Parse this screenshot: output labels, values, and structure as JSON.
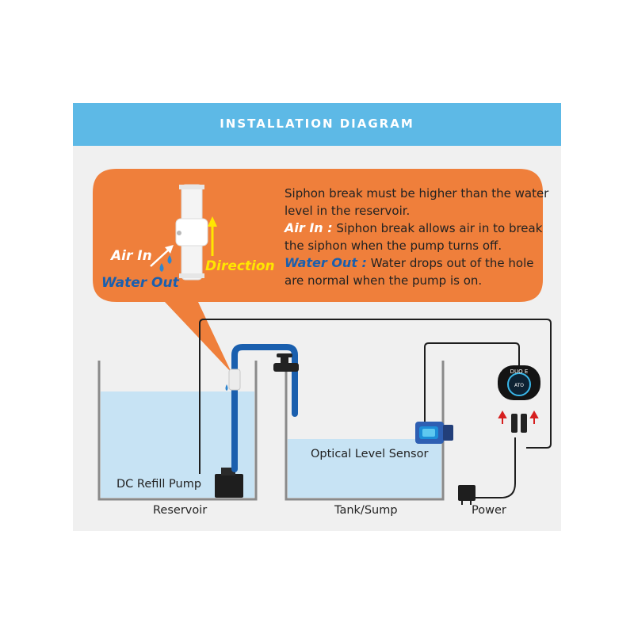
{
  "header": {
    "title": "INSTALLATION DIAGRAM"
  },
  "callout": {
    "line1": "Siphon break must be higher than the water level in the reservoir.",
    "air_in_label": "Air In :",
    "air_in_text": "Siphon break allows air in to break the siphon when the pump turns off.",
    "water_out_label": "Water Out :",
    "water_out_text": "Water drops out of the hole are normal when the pump is on."
  },
  "siphon": {
    "air_in": "Air In",
    "water_out": "Water Out",
    "direction": "Direction"
  },
  "labels": {
    "pump": "DC Refill Pump",
    "reservoir": "Reservoir",
    "sensor": "Optical Level Sensor",
    "tank": "Tank/Sump",
    "power": "Power"
  },
  "controller": {
    "brand": "DUO E",
    "badge": "ATO"
  },
  "colors": {
    "header": "#5db9e6",
    "callout": "#ef7f3b",
    "water": "#c7e3f4",
    "tube": "#1a5fae",
    "arrow_up": "#d61f1f"
  },
  "icons": [
    "siphon-break-icon",
    "pump-icon",
    "valve-icon",
    "sensor-icon",
    "controller-icon",
    "power-adapter-icon"
  ]
}
